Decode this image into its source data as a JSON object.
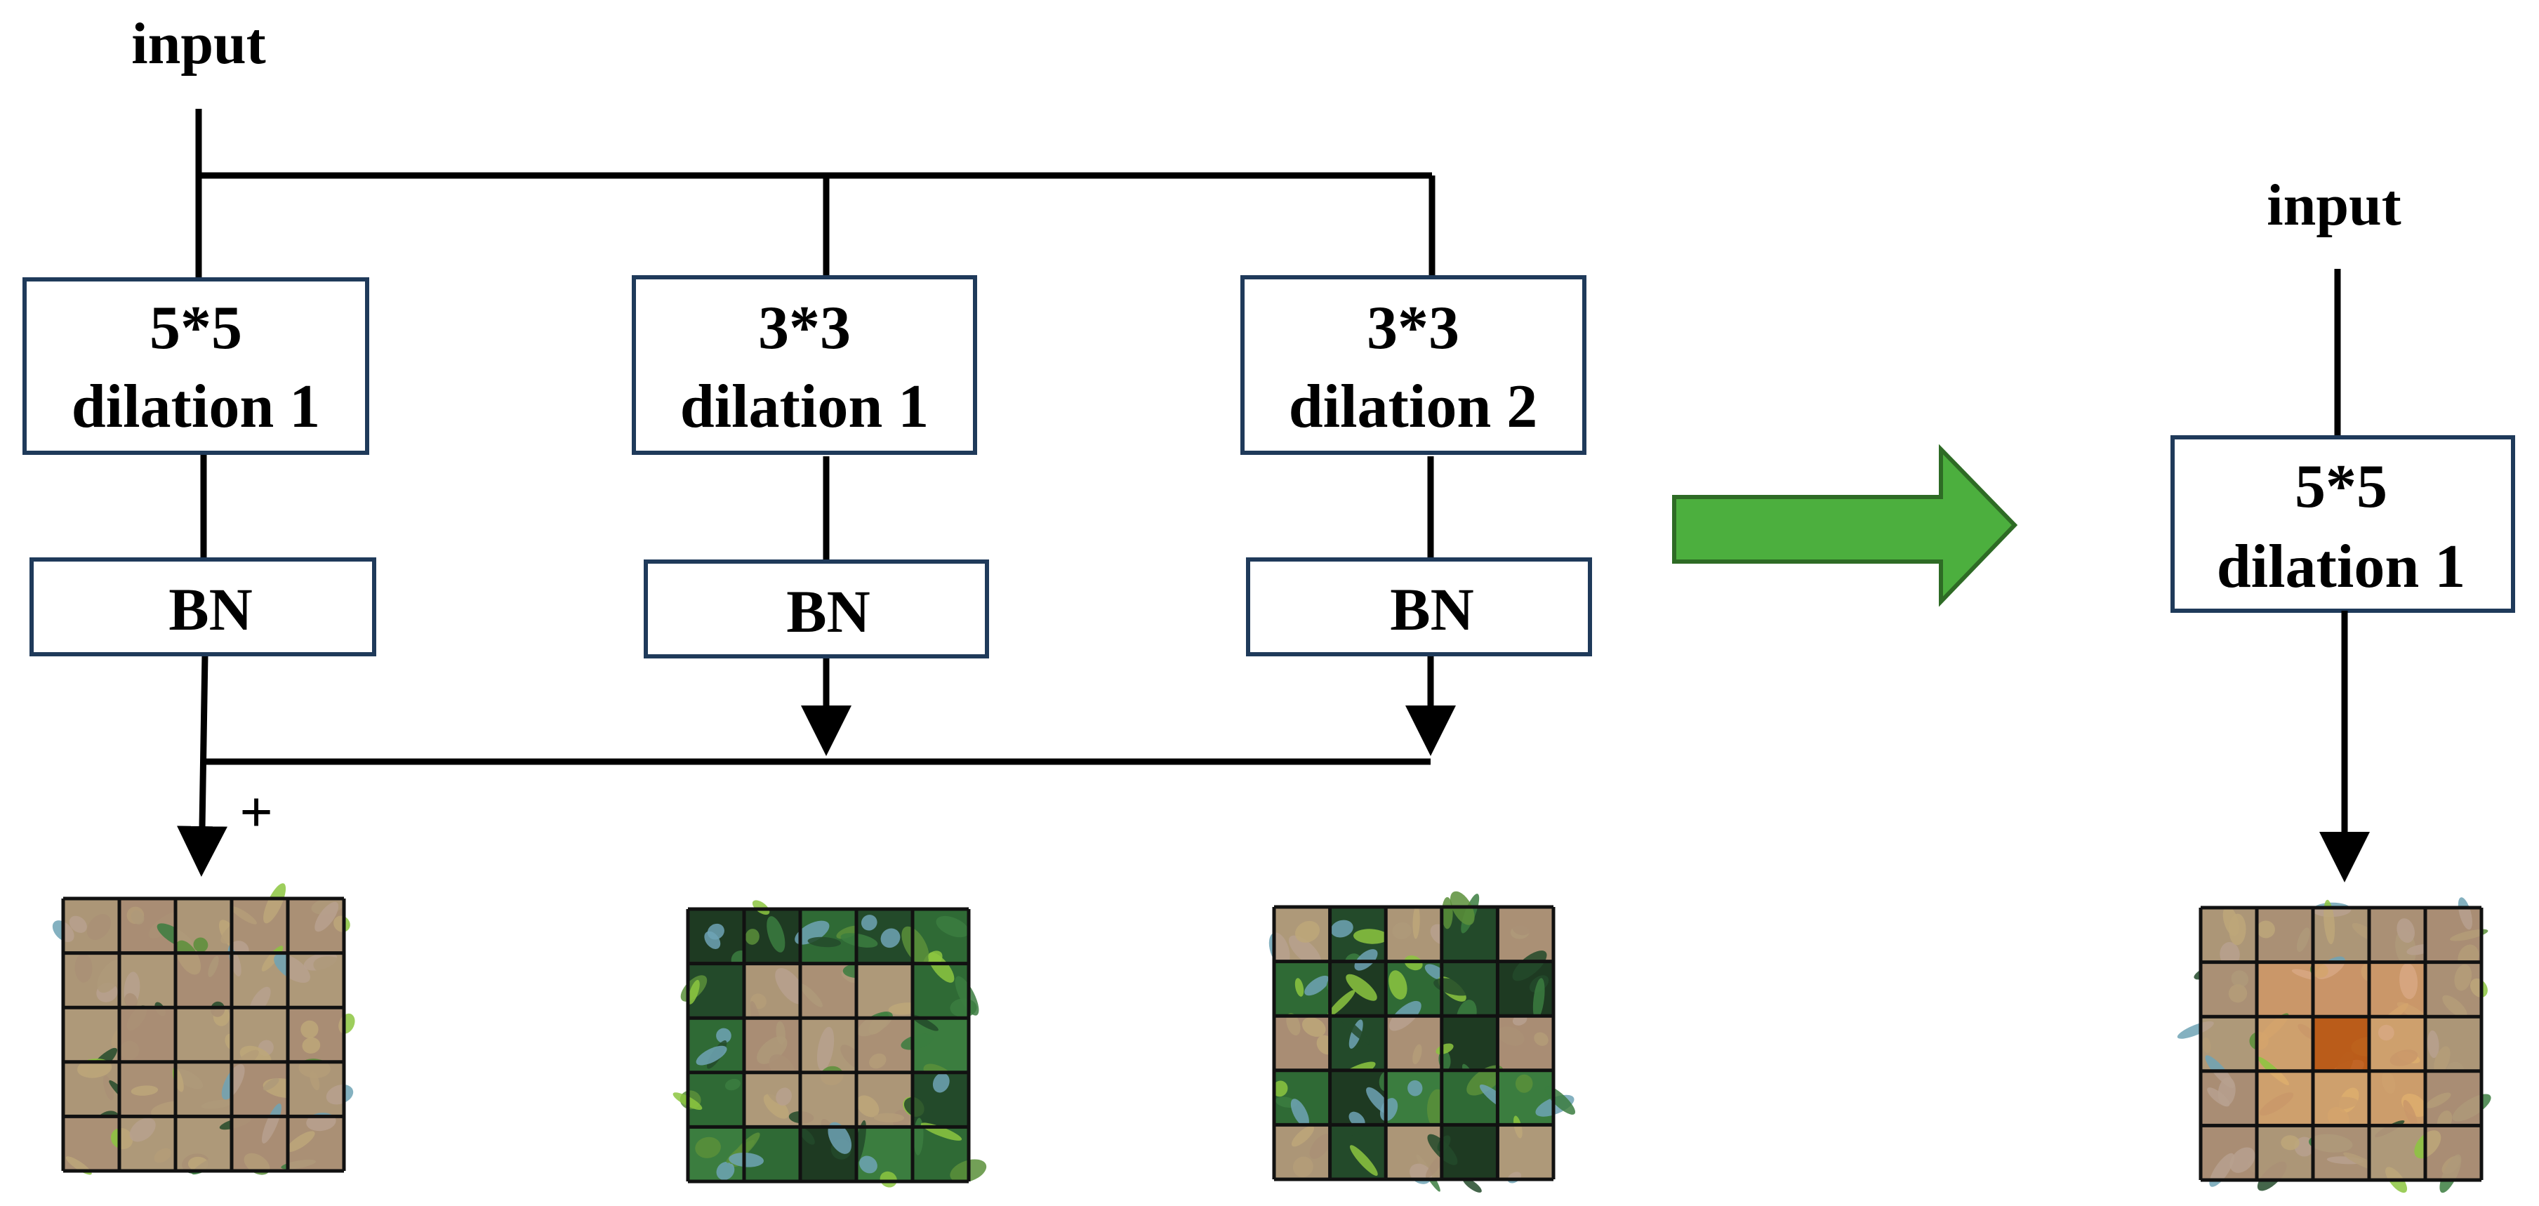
{
  "left_block": {
    "input_label": "input",
    "branches": [
      {
        "kernel": "5*5",
        "dilation": "dilation 1",
        "norm": "BN"
      },
      {
        "kernel": "3*3",
        "dilation": "dilation 1",
        "norm": "BN"
      },
      {
        "kernel": "3*3",
        "dilation": "dilation 2",
        "norm": "BN"
      }
    ],
    "sum_symbol": "+"
  },
  "right_block": {
    "input_label": "input",
    "kernel": "5*5",
    "dilation": "dilation 1"
  },
  "colors": {
    "box_border": "#1f3a5a",
    "line": "#000000",
    "arrow_fill": "#4caf3e",
    "arrow_stroke": "#2e6b25",
    "foliage_dark": "#1e3a22",
    "foliage_mid": "#2f6a35",
    "leaf_highlight": "#8cc63f",
    "overlay_tan": "#c8a086",
    "overlay_light": "#efa878",
    "overlay_center": "#c8601a"
  },
  "grids": [
    {
      "name": "grid-5x5-dilation-1",
      "highlight": "all"
    },
    {
      "name": "grid-3x3-dilation-1",
      "highlight": "center-3x3"
    },
    {
      "name": "grid-3x3-dilation-2",
      "highlight": "dilated-3x3"
    },
    {
      "name": "grid-merged-5x5",
      "highlight": "merged"
    }
  ]
}
